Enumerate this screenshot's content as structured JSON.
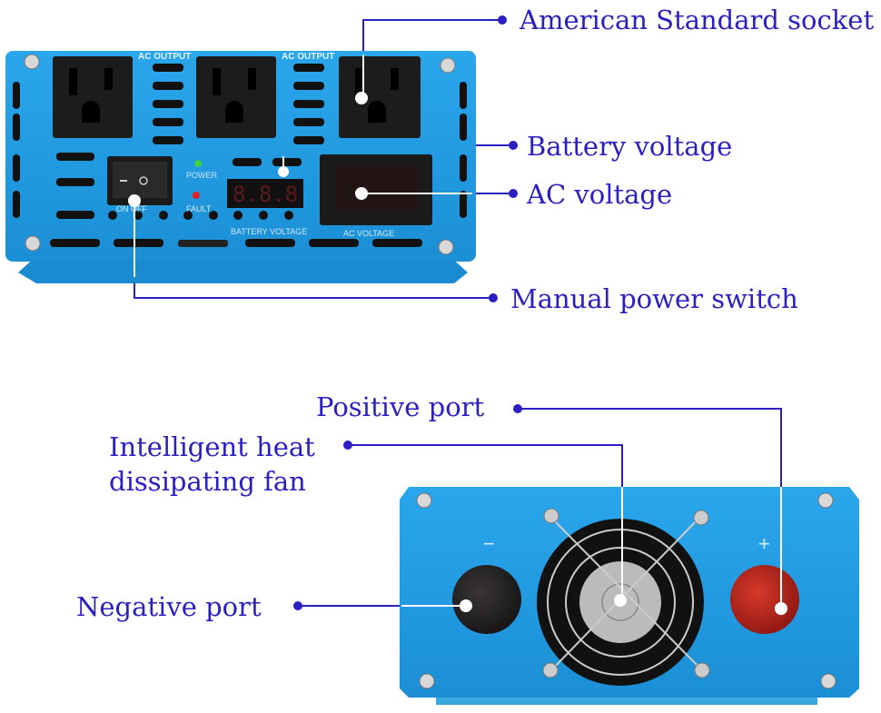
{
  "colors": {
    "callout": "#2b1fc4",
    "device_blue": "#1f9be3",
    "leader_on_device": "#ffffff"
  },
  "top_device": {
    "panel_labels": {
      "ac_output_1": "AC OUTPUT",
      "ac_output_2": "AC OUTPUT",
      "power": "POWER",
      "fault": "FAULT",
      "on_off": "ON  OFF",
      "battery_voltage": "BATTERY VOLTAGE",
      "ac_voltage": "AC  VOLTAGE"
    },
    "battery_display": "8.8.8",
    "callouts": {
      "socket": "American Standard socket",
      "battery_voltage": "Battery voltage",
      "ac_voltage": "AC voltage",
      "power_switch": "Manual power switch"
    }
  },
  "bottom_device": {
    "terminal_signs": {
      "negative": "−",
      "positive": "+"
    },
    "callouts": {
      "positive_port": "Positive port",
      "fan": [
        "Intelligent heat",
        "dissipating fan"
      ],
      "negative_port": "Negative port"
    }
  }
}
